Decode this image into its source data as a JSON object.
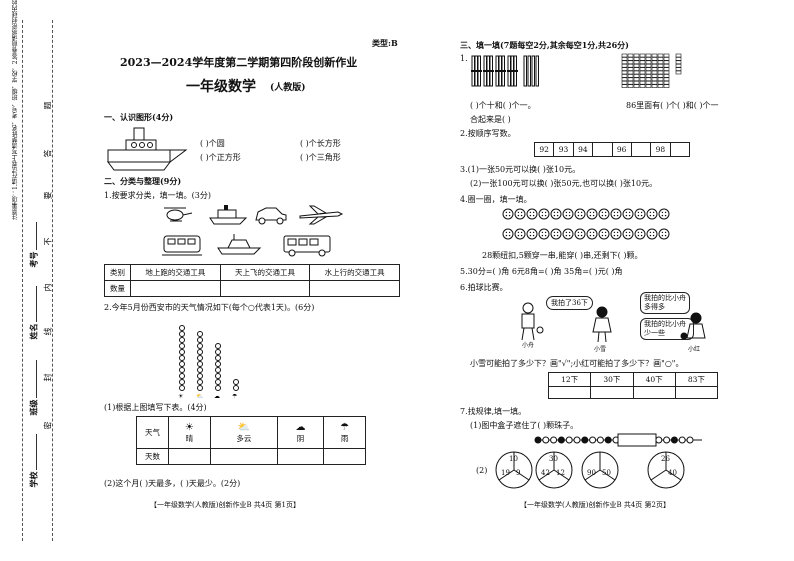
{
  "strip": {
    "notice": "注意事项：1.请在试卷上写清楚姓名、考号、班级、学校。2.答卷前请将密封线内的项目填写清楚。",
    "seal_chars": [
      "题",
      "答",
      "要",
      "不",
      "内",
      "线",
      "封",
      "密"
    ],
    "fields": [
      "考号",
      "姓名",
      "班级",
      "学校"
    ]
  },
  "header": {
    "type_label": "类型:B",
    "title": "2023—2024学年度第二学期第四阶段创新作业",
    "subject": "一年级数学",
    "edition": "(人教版)"
  },
  "left": {
    "s1_title": "一、认识图形(4分)",
    "s1_blanks": [
      "(    )个圆",
      "(    )个长方形",
      "(    )个正方形",
      "(    )个三角形"
    ],
    "s2_title": "二、分类与整理(9分)",
    "q1": "1.按要求分类，填一填。(3分)",
    "table1": {
      "headers": [
        "类别",
        "地上跑的交通工具",
        "天上飞的交通工具",
        "水上行的交通工具"
      ],
      "row_label": "数量"
    },
    "q2": "2.今年5月份西安市的天气情况如下(每个○代表1天)。(6分)",
    "q2_1": "(1)根据上图填写下表。(4分)",
    "table2": {
      "row1_label": "天气",
      "weather": [
        "晴",
        "多云",
        "阴",
        "雨"
      ],
      "row2_label": "天数"
    },
    "q2_2": "(2)这个月(    )天最多，(    )天最少。(2分)",
    "footer": "【一年级数学(人教版)创新作业B  共4页  第1页】"
  },
  "right": {
    "s3_title": "三、填一填(7题每空2分,其余每空1分,共26分)",
    "q1_blank_a": "(    )个十和(    )个一。",
    "q1_blank_b": "86里面有(    )个(    )和(    )个一",
    "q1_tail": "合起来是(    )",
    "q2": "2.按顺序写数。",
    "q2_numbers": [
      "92",
      "93",
      "94",
      "",
      "96",
      "",
      "98",
      ""
    ],
    "q3_1": "3.(1)一张50元可以换(    )张10元。",
    "q3_2": "(2)一张100元可以换(    )张50元,也可以换(    )张10元。",
    "q4": "4.圈一圈，填一填。",
    "q4_text": "28颗纽扣,5颗穿一串,能穿(    )串,还剩下(    )颗。",
    "q5": "5.30分=(    )角    6元8角=(    )角    35角=(    )元(    )角",
    "q6": "6.拍球比赛。",
    "q6_bubble1": "我拍了36下",
    "q6_bubble2": "我拍的比小舟多得多",
    "q6_bubble3": "我拍的比小舟少一些",
    "q6_names": [
      "小舟",
      "小雪",
      "小红"
    ],
    "q6_question": "小雪可能拍了多少下？画\"√\";小红可能拍了多少下？画\"○\"。",
    "q6_options": [
      "12下",
      "30下",
      "40下",
      "83下"
    ],
    "q7": "7.找规律,填一填。",
    "q7_1": "(1)图中盒子遮住了(    )颗珠子。",
    "q7_2": "(2)",
    "q7_circles": [
      {
        "top": "10",
        "left": "19",
        "right": "9"
      },
      {
        "top": "30",
        "left": "42",
        "right": "12"
      },
      {
        "top": "",
        "left": "90",
        "right": "50"
      },
      {
        "top": "26",
        "left": "",
        "right": "40"
      }
    ],
    "footer": "【一年级数学(人教版)创新作业B  共4页  第2页】"
  }
}
